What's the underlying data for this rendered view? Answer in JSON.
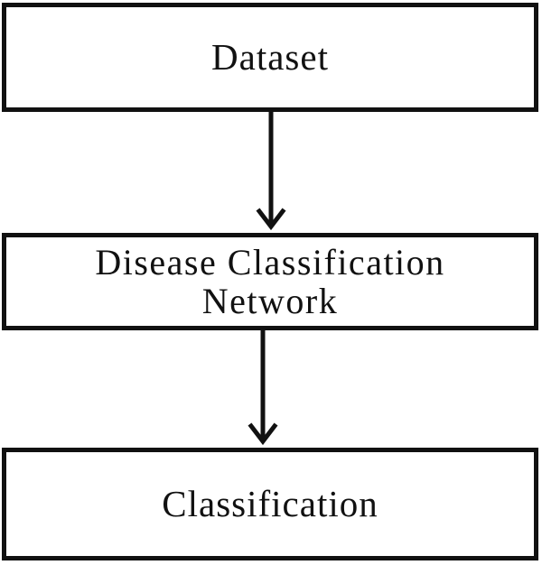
{
  "diagram": {
    "nodes": [
      {
        "id": "dataset",
        "lines": [
          "Dataset"
        ]
      },
      {
        "id": "network",
        "lines": [
          "Disease Classification",
          "Network"
        ]
      },
      {
        "id": "classification",
        "lines": [
          "Classification"
        ]
      }
    ],
    "edges": [
      {
        "from": "dataset",
        "to": "network"
      },
      {
        "from": "network",
        "to": "classification"
      }
    ]
  }
}
